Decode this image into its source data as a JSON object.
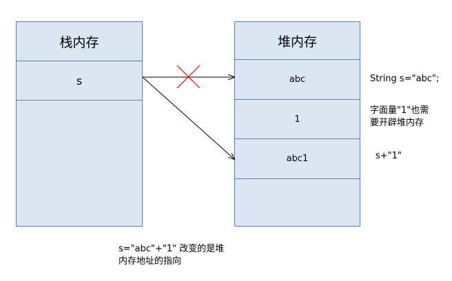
{
  "stack": {
    "title": "栈内存",
    "var": "s"
  },
  "heap": {
    "title": "堆内存",
    "cells": [
      "abc",
      "1",
      "abc1"
    ]
  },
  "notes": {
    "decl": "String s=\"abc\";",
    "literal": "字面量\"1\"也需\n要开辟堆内存",
    "concat": "s+\"1\"",
    "caption": "s=\"abc\"+\"1\" 改变的是堆\n内存地址的指向"
  },
  "colors": {
    "box_fill": "#dce6f2",
    "box_border": "#4f81bd",
    "cross": "#ff0000",
    "arrow": "#000000"
  }
}
